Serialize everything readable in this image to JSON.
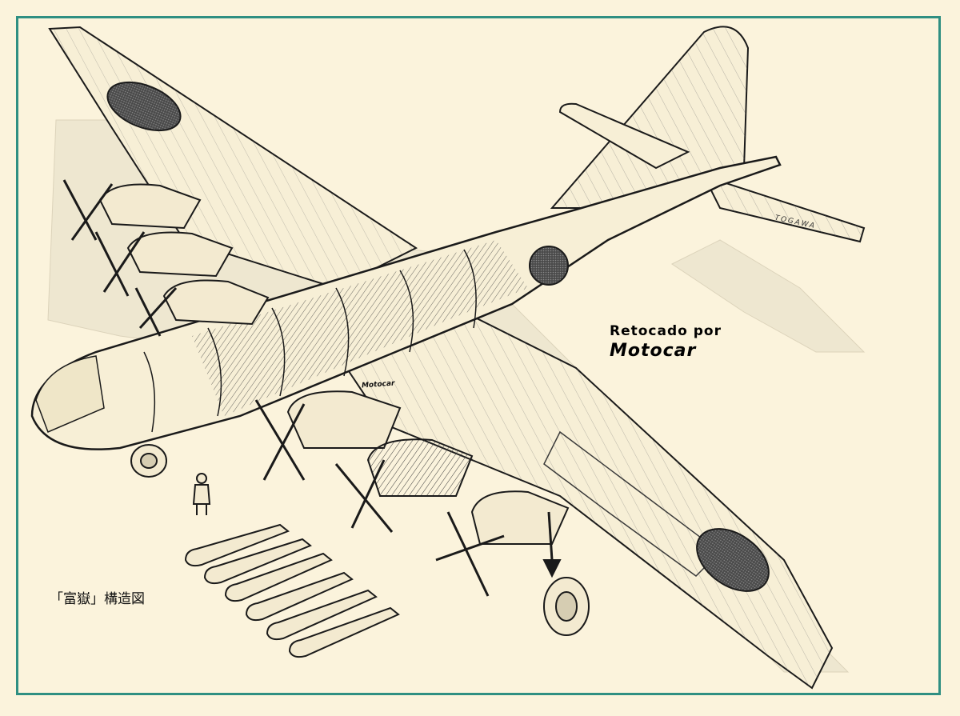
{
  "illustration": {
    "caption": "「富嶽」構造図",
    "credit_line1": "Retocado por",
    "credit_line2": "Motocar",
    "watermark": "Motocar",
    "artist_signature": "TOGAWA"
  },
  "colors": {
    "paper": "#fbf3dc",
    "border": "#2f8f82",
    "ink": "#1a1a1a",
    "shadow": "#e9e2cc"
  }
}
